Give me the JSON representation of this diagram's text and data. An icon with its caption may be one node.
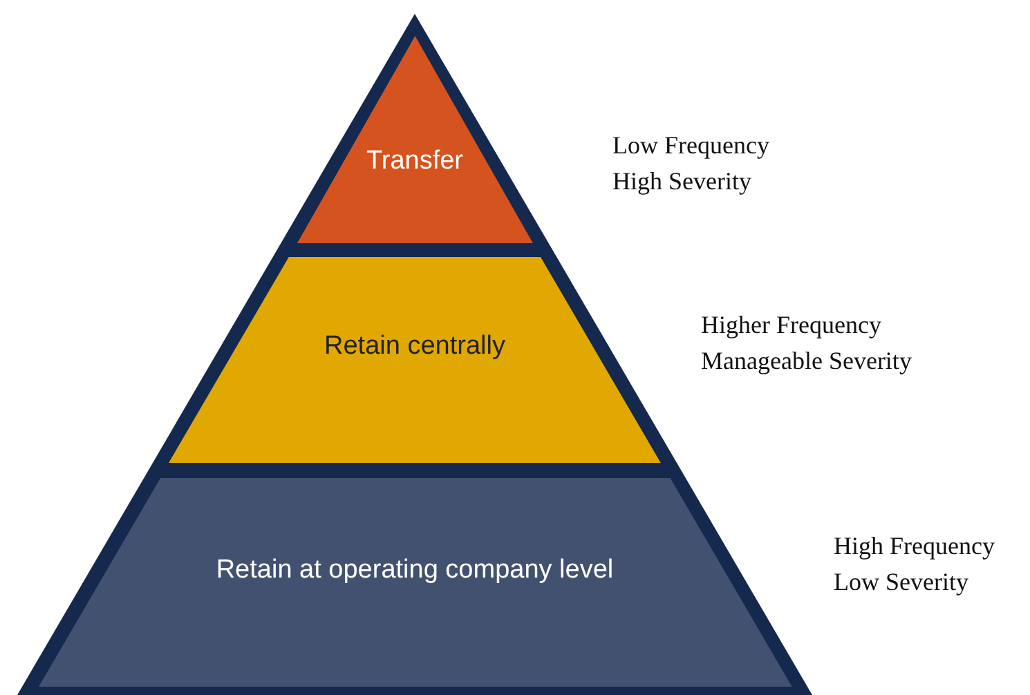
{
  "diagram": {
    "nodes": [
      {
        "text": [
          "Transfer"
        ],
        "beside": [
          "Low Frequency",
          "High Severity"
        ]
      },
      {
        "text": [
          "Retain centrally"
        ],
        "beside": [
          "Higher Frequency",
          "Manageable Severity"
        ]
      },
      {
        "text": [
          "Retain at operating company level"
        ],
        "beside": [
          "High Frequency",
          "Low Severity"
        ]
      }
    ]
  }
}
